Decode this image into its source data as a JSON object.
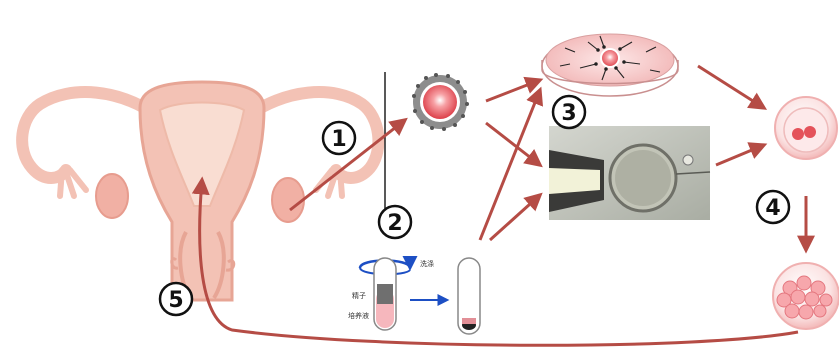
{
  "steps": [
    "1",
    "2",
    "3",
    "4",
    "5"
  ],
  "sperm_prep": {
    "label_sperm": "精子",
    "label_medium": "培养液",
    "label_wash": "洗涤"
  },
  "colors": {
    "uterus_fill": "#f3c2b5",
    "uterus_stroke": "#e7a595",
    "arrow": "#b54c45",
    "egg_core": "#e4525a",
    "dish": "#f6c6c6",
    "microscope_bg": "#b9bcb3"
  }
}
